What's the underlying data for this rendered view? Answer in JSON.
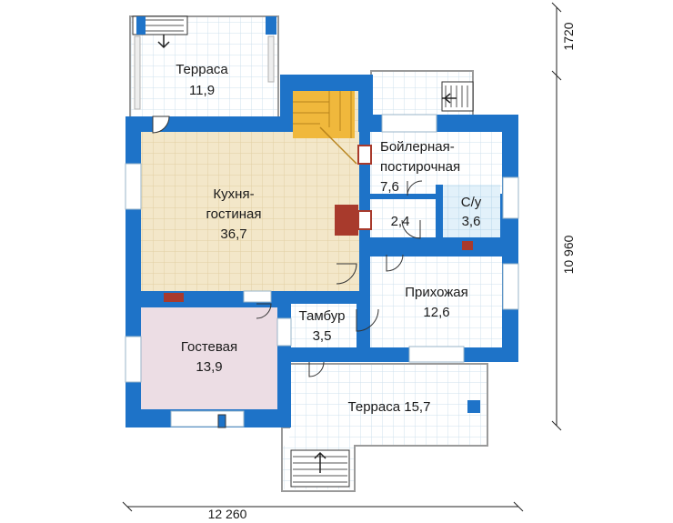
{
  "colors": {
    "wall": "#1e73c8",
    "grid_fill": "#ffffff",
    "grid_line": "#cfe0ee",
    "kitchen": "#f3e7c9",
    "guest": "#ecdde4",
    "bath": "#e2f1fa",
    "stairs": "#f0b83c",
    "stove": "#a83a2c",
    "dim_line": "#222222"
  },
  "rooms": {
    "terrace_top": {
      "name": "Терраса",
      "area": "11,9"
    },
    "kitchen": {
      "name_line1": "Кухня-",
      "name_line2": "гостиная",
      "area": "36,7"
    },
    "boiler": {
      "name_line1": "Бойлерная-",
      "name_line2": "постирочная",
      "area": "7,6"
    },
    "hall_small": {
      "area": "2,4"
    },
    "bath": {
      "name": "С/у",
      "area": "3,6"
    },
    "hall": {
      "name": "Прихожая",
      "area": "12,6"
    },
    "tambur": {
      "name": "Тамбур",
      "area": "3,5"
    },
    "guest": {
      "name": "Гостевая",
      "area": "13,9"
    },
    "terrace_bottom": {
      "name": "Терраса 15,7"
    }
  },
  "dimensions": {
    "width_total": "12 260",
    "height_total": "10 960",
    "height_terrace": "1720"
  }
}
